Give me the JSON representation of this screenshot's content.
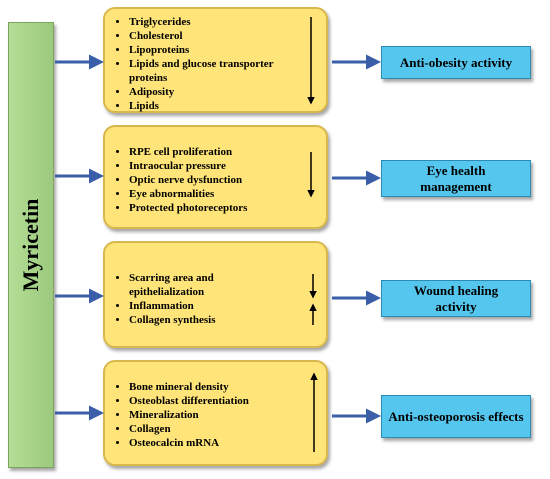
{
  "center_label": "Myricetin",
  "colors": {
    "side_bar": "#a8d48a",
    "effect_box": "#ffe47a",
    "outcome_box": "#55c6ee",
    "connector_arrow": "#3a5ea8"
  },
  "rows": [
    {
      "effects": [
        "Triglycerides",
        "Cholesterol",
        "Lipoproteins",
        "Lipids and glucose transporter proteins",
        "Adiposity",
        "Lipids"
      ],
      "trend": "down",
      "outcome": "Anti-obesity activity"
    },
    {
      "effects": [
        "RPE cell proliferation",
        "Intraocular pressure",
        "Optic nerve dysfunction",
        "Eye abnormalities",
        "Protected photoreceptors"
      ],
      "trend": "down",
      "outcome": "Eye health management"
    },
    {
      "effects": [
        "Scarring area and epithelialization",
        "Inflammation",
        "Collagen synthesis"
      ],
      "trend": "down-up",
      "outcome": "Wound healing activity"
    },
    {
      "effects": [
        "Bone mineral density",
        "Osteoblast differentiation",
        "Mineralization",
        "Collagen",
        "Osteocalcin mRNA"
      ],
      "trend": "up",
      "outcome": "Anti-osteoporosis effects"
    }
  ]
}
